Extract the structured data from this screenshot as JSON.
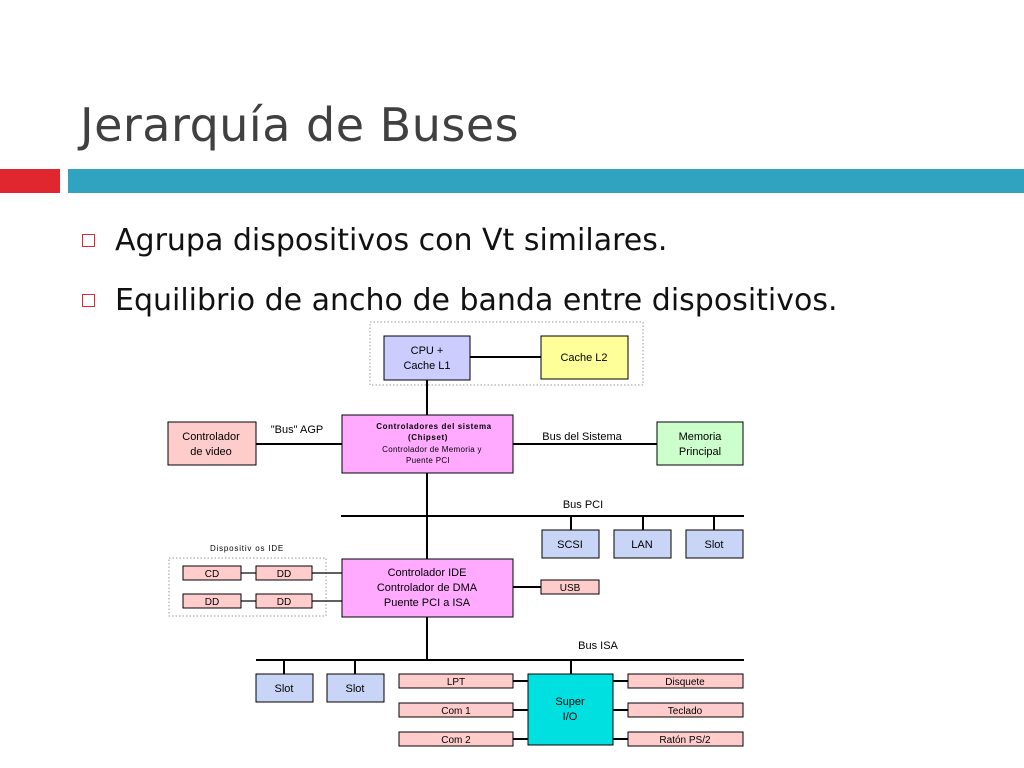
{
  "title": "Jerarquía de Buses",
  "bullets": [
    "Agrupa dispositivos con Vt similares.",
    "Equilibrio de ancho de banda entre dispositivos."
  ],
  "colors": {
    "accent_red": "#e0262e",
    "accent_teal": "#2fa3bf",
    "cpu_box": "#ccccff",
    "cache_box": "#ffff99",
    "chipset_box": "#ffaaff",
    "video_box": "#ffcccc",
    "memory_box": "#ccffcc",
    "pci_device_box": "#c9d5f7",
    "super_io_box": "#00e0e0"
  },
  "diagram": {
    "cpu": [
      "CPU +",
      "Cache L1"
    ],
    "cache_l2": "Cache L2",
    "agp_label": "\"Bus\" AGP",
    "video_controller": [
      "Controlador",
      "de video"
    ],
    "chipset_title": [
      "Controladores del sistema",
      "(Chipset)"
    ],
    "chipset_sub": [
      "Controlador de Memoria y",
      "Puente PCI"
    ],
    "system_bus_label": "Bus del Sistema",
    "main_memory": [
      "Memoria",
      "Principal"
    ],
    "pci_bus_label": "Bus PCI",
    "pci_devices": [
      "SCSI",
      "LAN",
      "Slot"
    ],
    "ide_group_label": "Dispositiv os IDE",
    "ide_devices": [
      "CD",
      "DD",
      "DD",
      "DD"
    ],
    "ide_controller": [
      "Controlador IDE",
      "Controlador de DMA",
      "Puente PCI a ISA"
    ],
    "usb": "USB",
    "isa_bus_label": "Bus ISA",
    "isa_slots": [
      "Slot",
      "Slot"
    ],
    "super_io": [
      "Super",
      "I/O"
    ],
    "super_io_left_ports": [
      "LPT",
      "Com 1",
      "Com 2"
    ],
    "super_io_right_ports": [
      "Disquete",
      "Teclado",
      "Ratón PS/2"
    ]
  }
}
